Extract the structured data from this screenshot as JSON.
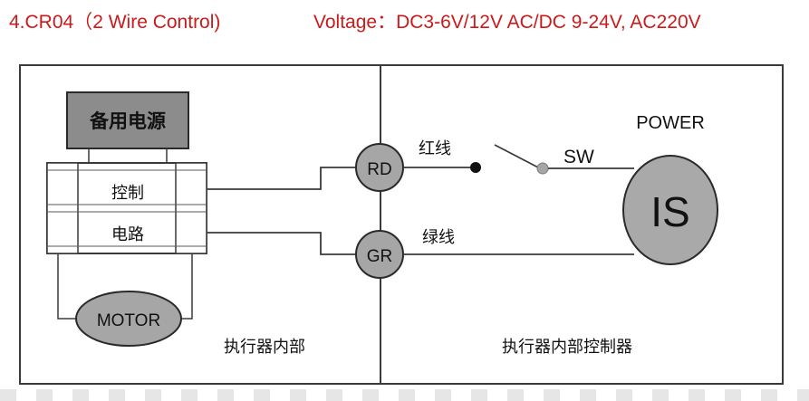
{
  "header": {
    "model": "4.CR04（2 Wire Control)",
    "voltage": "Voltage：DC3-6V/12V AC/DC 9-24V, AC220V"
  },
  "diagram": {
    "backup_power_label": "备用电源",
    "control_circuit_line1": "控制",
    "control_circuit_line2": "电路",
    "motor_label": "MOTOR",
    "actuator_internal_label": "执行器内部",
    "controller_internal_label": "执行器内部控制器",
    "rd_terminal": "RD",
    "gr_terminal": "GR",
    "red_wire_label": "红线",
    "green_wire_label": "绿线",
    "switch_label": "SW",
    "power_label": "POWER",
    "power_source_label": "IS"
  },
  "colors": {
    "title": "#cc1a1a",
    "box_fill": "#8c8c8c",
    "terminal_fill": "#a6a6a6",
    "motor_fill": "#a6a6a6",
    "power_fill": "#a9a9a9",
    "line": "#3a3a3a"
  }
}
